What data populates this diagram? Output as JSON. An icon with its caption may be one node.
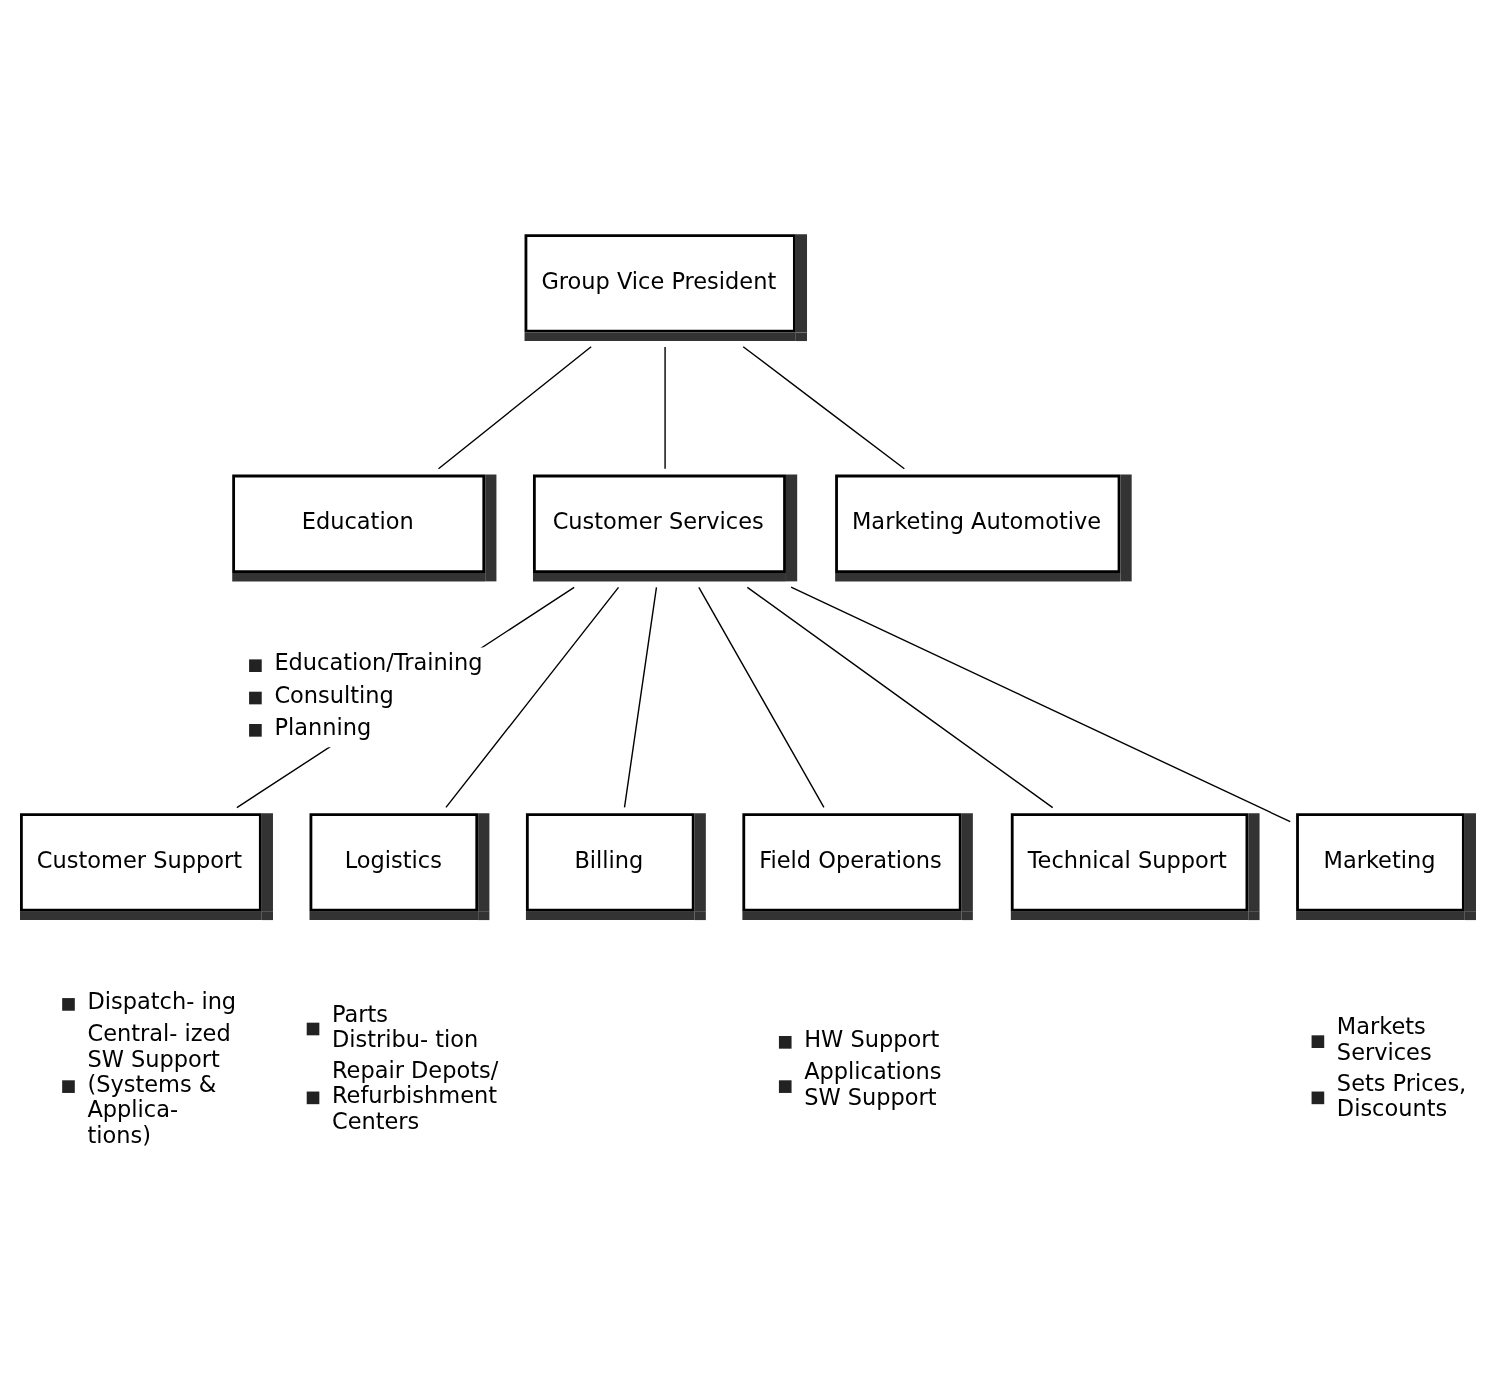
{
  "diagram": {
    "nodes": [
      {
        "text": [
          "Group Vice President"
        ]
      },
      {
        "text": [
          "Education"
        ],
        "beside": [
          "Education/Training",
          "Consulting",
          "Planning"
        ]
      },
      {
        "text": [
          "Customer Services"
        ]
      },
      {
        "text": [
          "Marketing Automotive"
        ]
      },
      {
        "text": [
          "Customer Support"
        ],
        "beside": [
          "Dispatch- ing",
          "Central- ized SW Support (Systems & Applica- tions)"
        ]
      },
      {
        "text": [
          "Logistics"
        ],
        "beside": [
          "Parts Distribu- tion",
          "Repair Depots/ Refurbishment Centers"
        ]
      },
      {
        "text": [
          "Billing"
        ]
      },
      {
        "text": [
          "Field Operations"
        ],
        "beside": [
          "HW Support",
          "Applications SW Support"
        ]
      },
      {
        "text": [
          "Technical Support"
        ]
      },
      {
        "text": [
          "Marketing"
        ],
        "beside": [
          "Markets Services",
          "Sets Prices, Discounts"
        ]
      }
    ],
    "edges": [
      {
        "from": 0,
        "to": 1,
        "arrow": "none"
      },
      {
        "from": 0,
        "to": 2,
        "arrow": "none"
      },
      {
        "from": 0,
        "to": 3,
        "arrow": "none"
      },
      {
        "from": 2,
        "to": 4,
        "arrow": "none"
      },
      {
        "from": 2,
        "to": 5,
        "arrow": "none"
      },
      {
        "from": 2,
        "to": 6,
        "arrow": "none"
      },
      {
        "from": 2,
        "to": 7,
        "arrow": "none"
      },
      {
        "from": 2,
        "to": 8,
        "arrow": "none"
      },
      {
        "from": 2,
        "to": 9,
        "arrow": "none"
      }
    ]
  }
}
